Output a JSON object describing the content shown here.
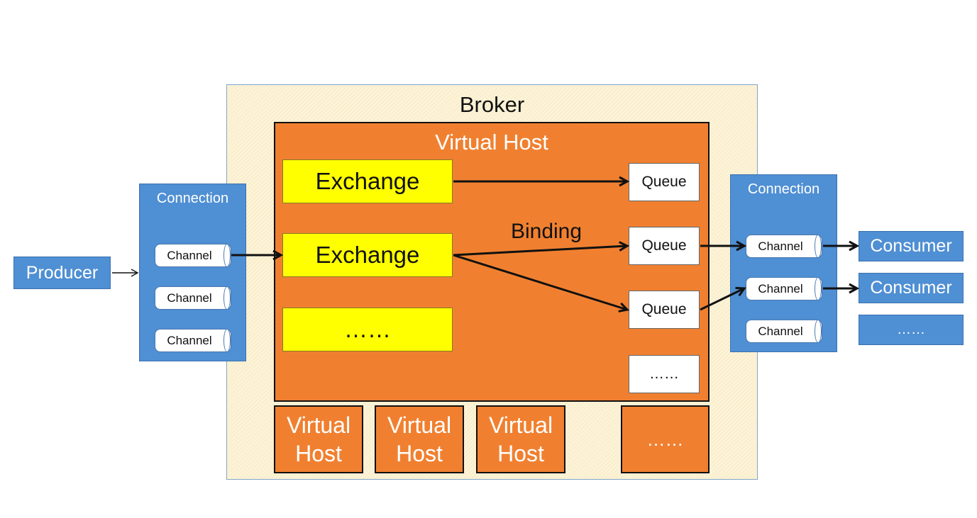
{
  "broker": {
    "title": "Broker"
  },
  "virtual_host": {
    "title": "Virtual Host",
    "exchanges": [
      "Exchange",
      "Exchange",
      "……"
    ],
    "queues": [
      "Queue",
      "Queue",
      "Queue",
      "……"
    ],
    "binding_label": "Binding"
  },
  "virtual_hosts_row": [
    {
      "line1": "Virtual",
      "line2": "Host"
    },
    {
      "line1": "Virtual",
      "line2": "Host"
    },
    {
      "line1": "Virtual",
      "line2": "Host"
    },
    {
      "line1": "……",
      "line2": ""
    }
  ],
  "producer": {
    "label": "Producer"
  },
  "left_connection": {
    "title": "Connection",
    "channels": [
      "Channel",
      "Channel",
      "Channel"
    ]
  },
  "right_connection": {
    "title": "Connection",
    "channels": [
      "Channel",
      "Channel",
      "Channel"
    ]
  },
  "consumers": [
    "Consumer",
    "Consumer",
    "……"
  ],
  "colors": {
    "broker_bg": "#fdf3d6",
    "virtual_host": "#f08030",
    "exchange": "#ffff00",
    "connection": "#4f8fd3"
  }
}
